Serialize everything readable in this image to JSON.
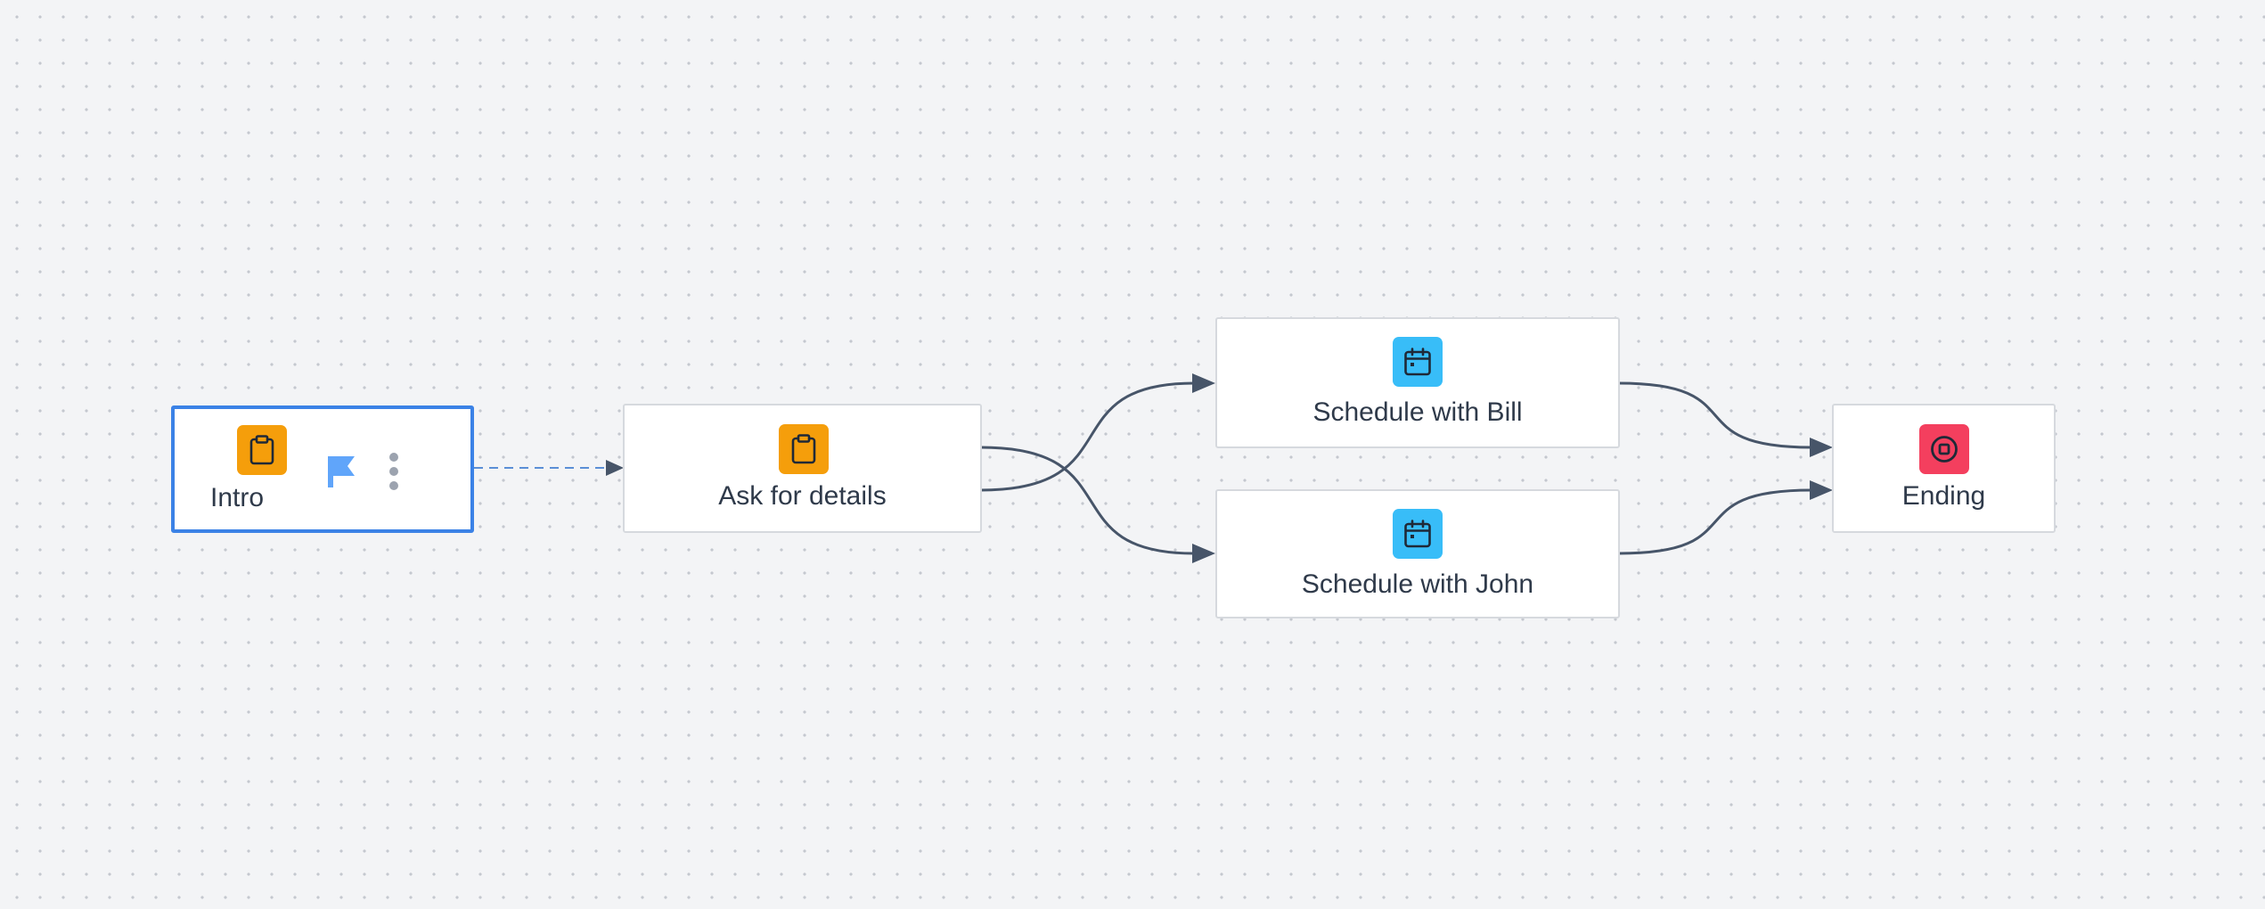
{
  "nodes": {
    "intro": {
      "label": "Intro",
      "icon": "clipboard-icon",
      "icon_color": "#f59e0b",
      "selected": true
    },
    "ask": {
      "label": "Ask for details",
      "icon": "clipboard-icon",
      "icon_color": "#f59e0b"
    },
    "bill": {
      "label": "Schedule with Bill",
      "icon": "calendar-icon",
      "icon_color": "#38bdf8"
    },
    "john": {
      "label": "Schedule with John",
      "icon": "calendar-icon",
      "icon_color": "#38bdf8"
    },
    "ending": {
      "label": "Ending",
      "icon": "stop-icon",
      "icon_color": "#f43f5e"
    }
  },
  "intro_actions": {
    "start_flag_icon": "flag-icon",
    "menu_icon": "more-vertical-icon"
  },
  "colors": {
    "canvas_background": "#f3f4f6",
    "canvas_dots": "#c4c8cf",
    "node_border": "#d6d9de",
    "selected_border": "#3b82e6",
    "edge": "#475569",
    "dashed_edge": "#5b8fd6",
    "flag": "#60a5fa",
    "text": "#2f3a4a"
  },
  "edges": [
    {
      "from": "intro",
      "to": "ask",
      "style": "dashed"
    },
    {
      "from": "ask",
      "to": "bill",
      "style": "solid"
    },
    {
      "from": "ask",
      "to": "john",
      "style": "solid"
    },
    {
      "from": "bill",
      "to": "ending",
      "style": "solid"
    },
    {
      "from": "john",
      "to": "ending",
      "style": "solid"
    }
  ]
}
